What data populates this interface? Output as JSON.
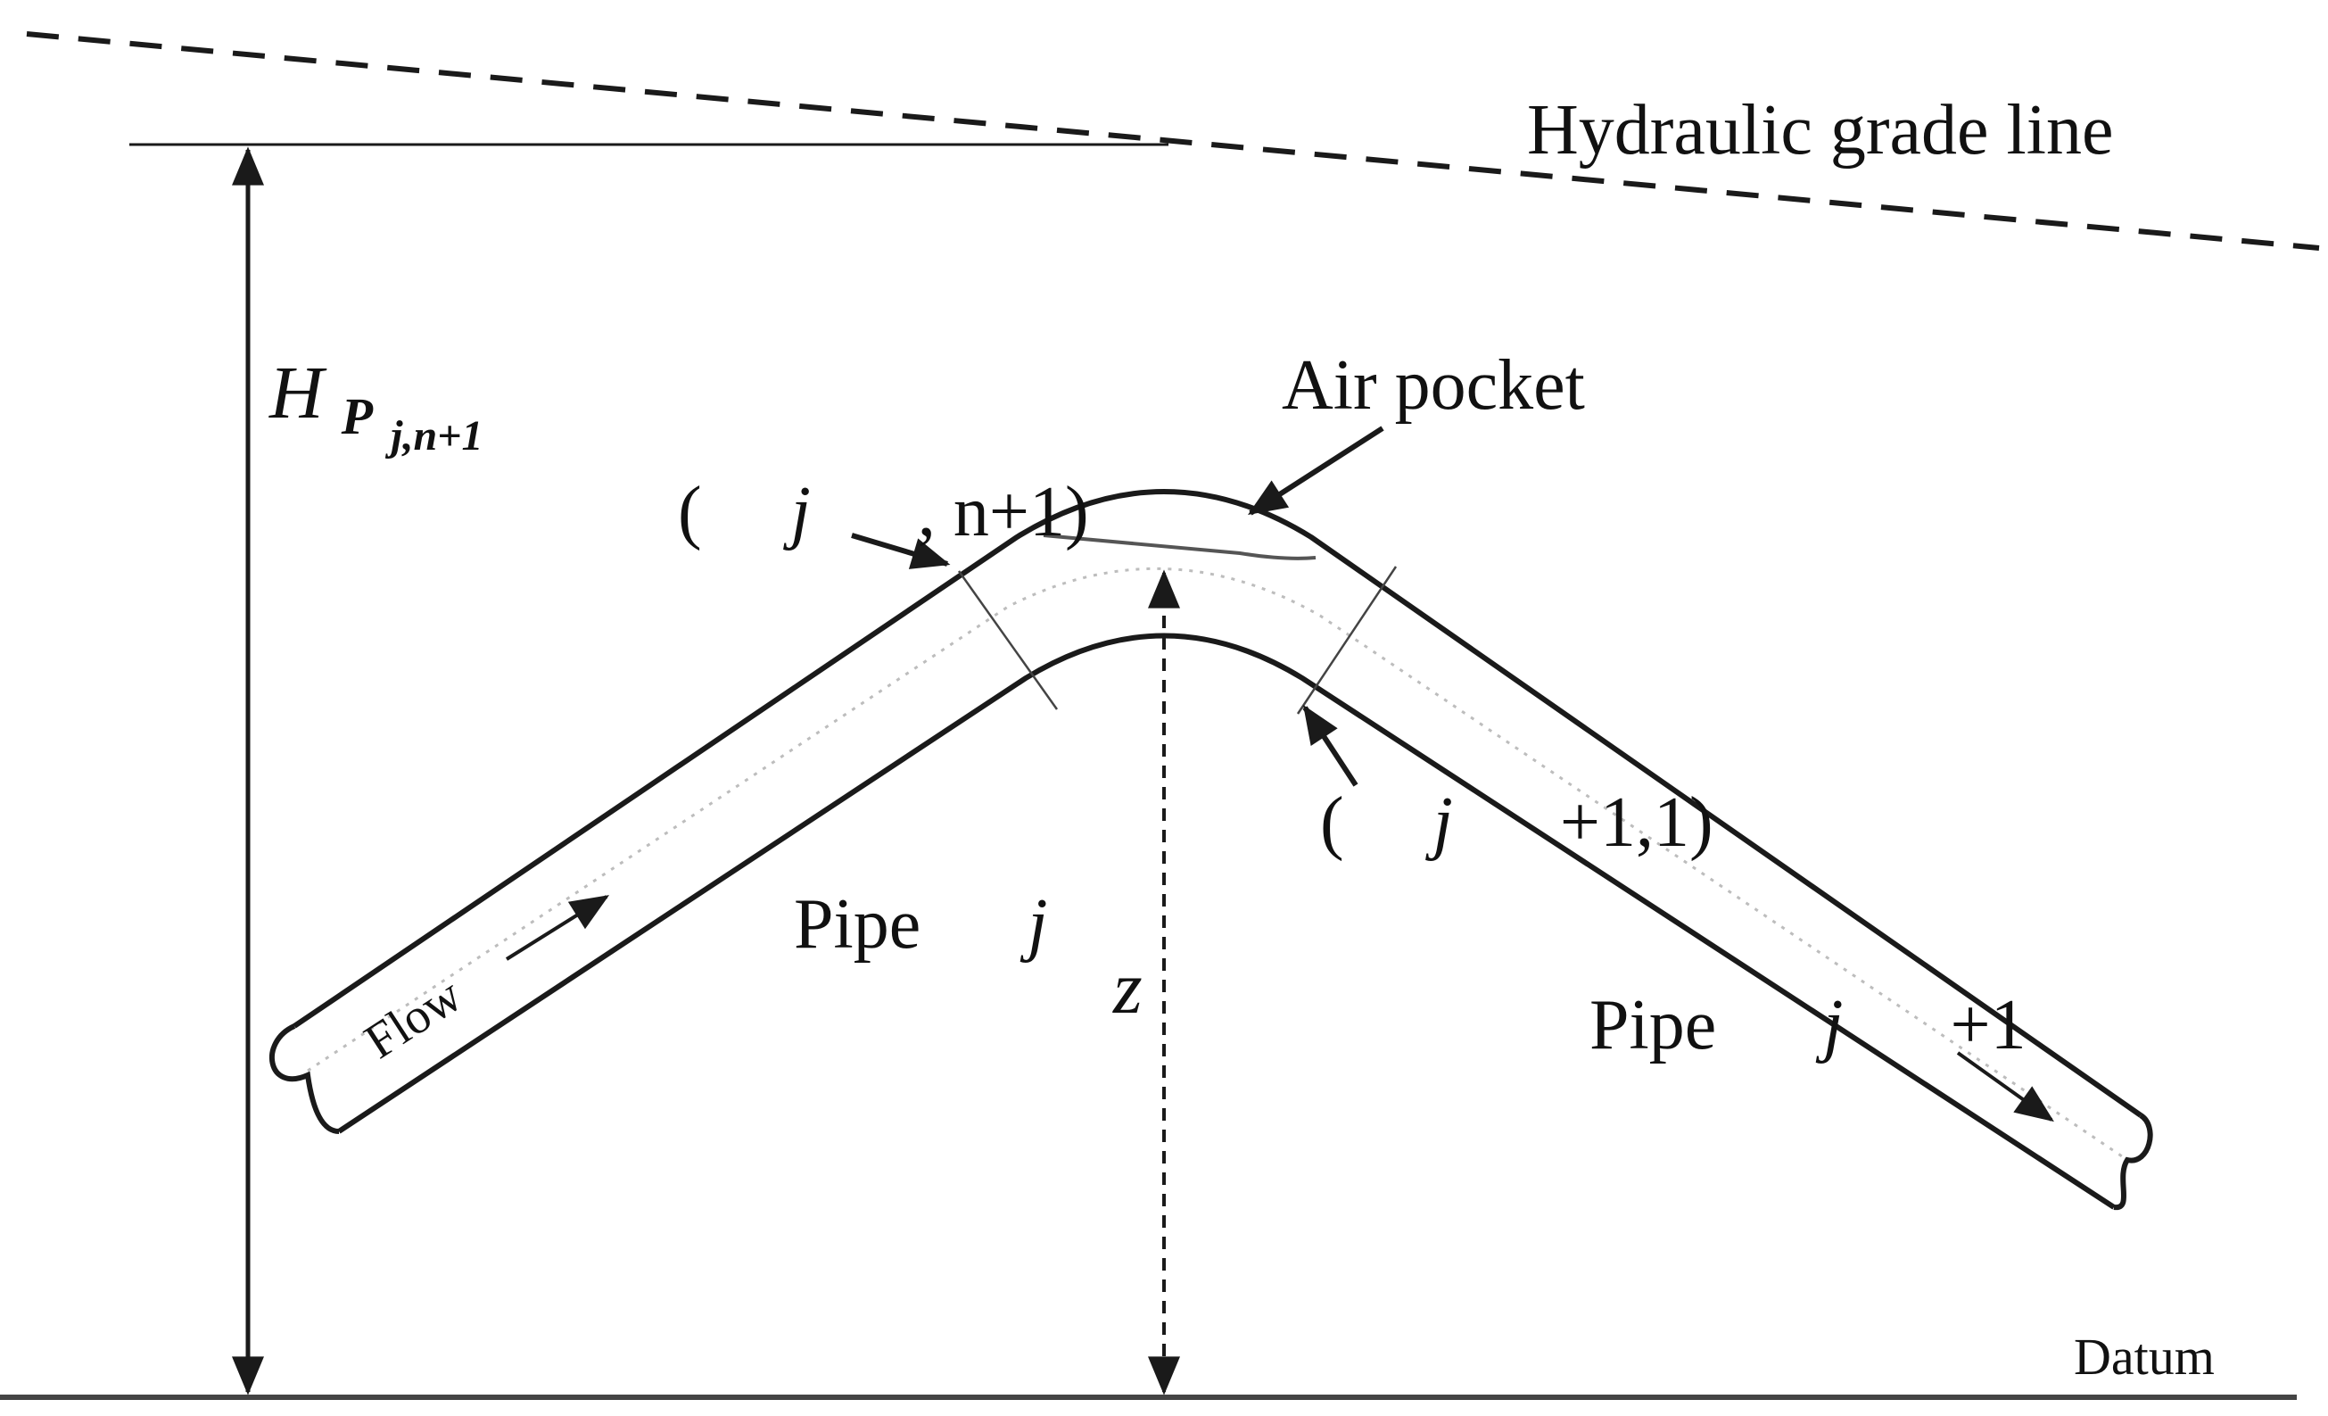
{
  "labels": {
    "hydraulic_grade_line": "Hydraulic grade line",
    "air_pocket": "Air pocket",
    "head_symbol": "H",
    "head_subscript_P": "P",
    "head_subscript_index": "j,n+1",
    "node_upstream_open": "(",
    "node_upstream_j": "j",
    "node_upstream_rest": " , n+1)",
    "node_downstream_open": "(",
    "node_downstream_j": "j",
    "node_downstream_rest": " +1,1)",
    "flow": "Flow",
    "pipe_j_word": "Pipe ",
    "pipe_j_index": "j",
    "pipe_j1_word": "Pipe ",
    "pipe_j1_index": "j",
    "pipe_j1_suffix": " +1",
    "elevation": "z",
    "datum": "Datum"
  },
  "colors": {
    "line": "#1a1a1a",
    "background": "#ffffff",
    "centerline": "#bdbdbd"
  }
}
